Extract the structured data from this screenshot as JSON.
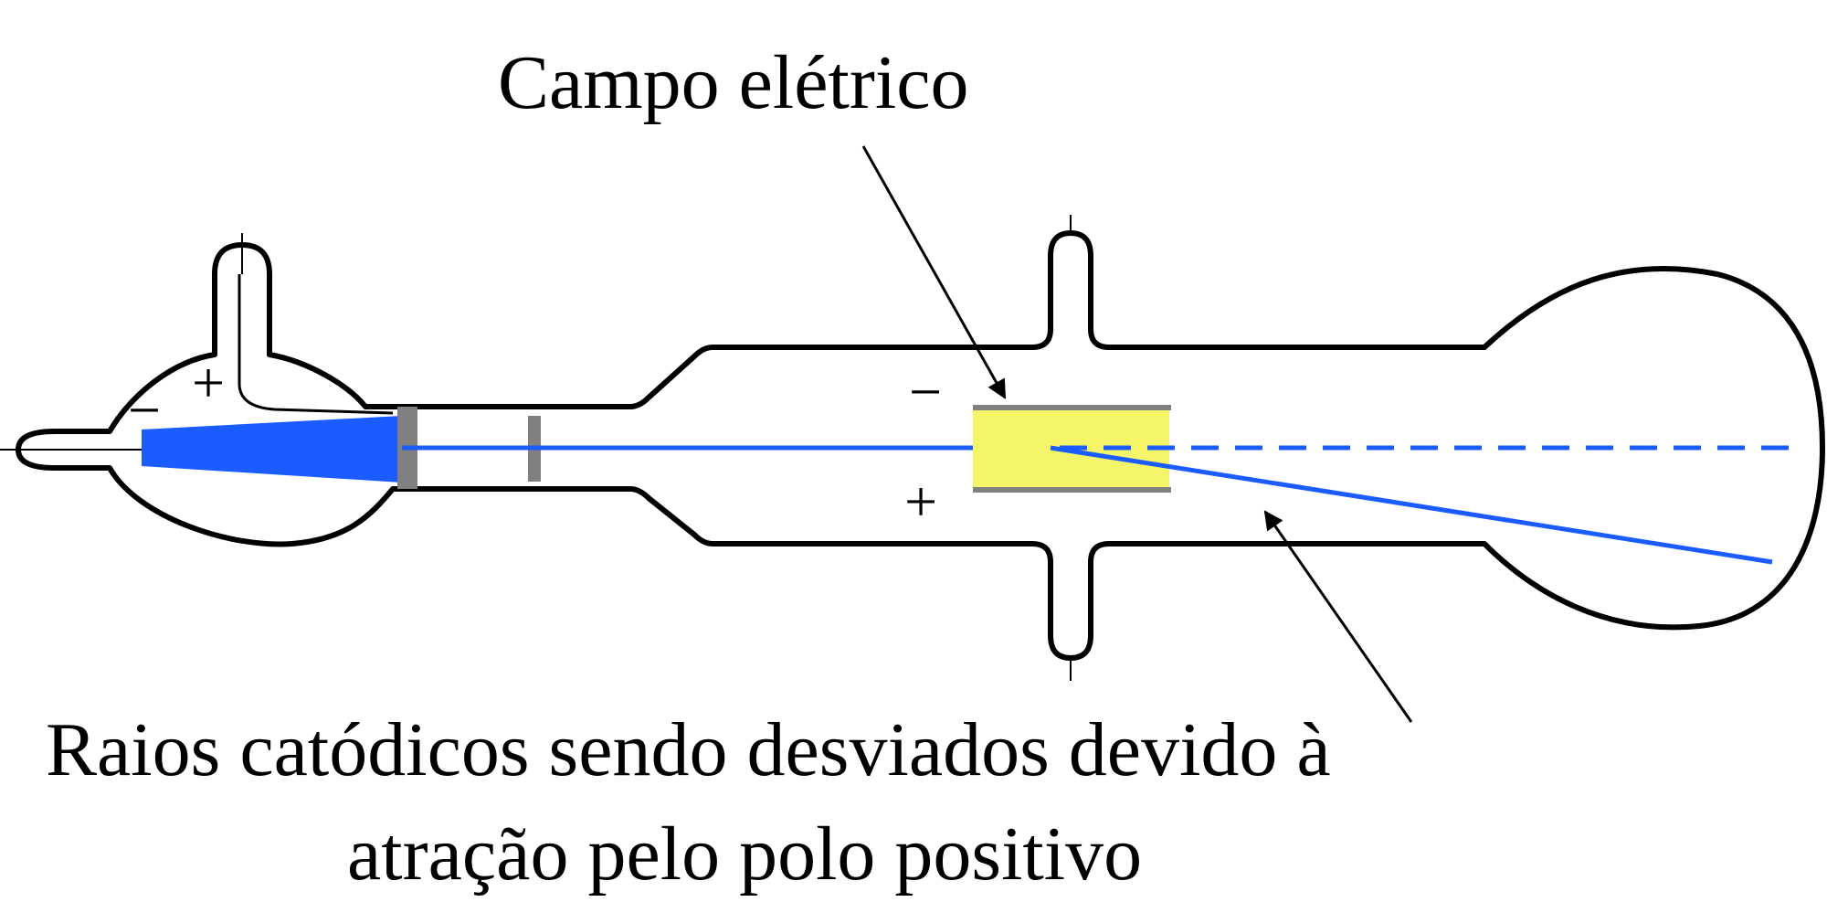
{
  "labels": {
    "field_label": "Campo elétrico",
    "caption_line1": "Raios catódicos sendo desviados devido à",
    "caption_line2": "atração pelo polo positivo"
  },
  "signs": {
    "cathode": "−",
    "anode": "+",
    "plate_top": "−",
    "plate_bottom": "+"
  },
  "colors": {
    "beam": "#1a5cff",
    "plates": "#f5f569",
    "electrodes": "#808080",
    "outline": "#000000"
  }
}
